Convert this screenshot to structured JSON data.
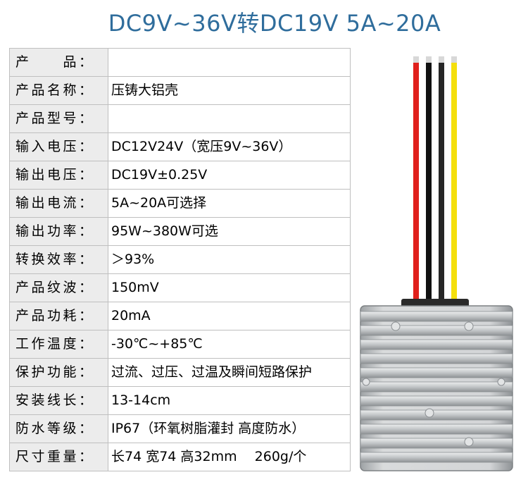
{
  "title": "DC9V~36V转DC19V  5A~20A",
  "specs": [
    {
      "label": "产　　品：",
      "value": ""
    },
    {
      "label": "产品名称：",
      "value": "压铸大铝壳"
    },
    {
      "label": "产品型号：",
      "value": ""
    },
    {
      "label": "输入电压：",
      "value": "DC12V24V（宽压9V~36V）"
    },
    {
      "label": "输出电压：",
      "value": "DC19V±0.25V"
    },
    {
      "label": "输出电流：",
      "value": "5A~20A可选择"
    },
    {
      "label": "输出功率：",
      "value": "95W~380W可选"
    },
    {
      "label": "转换效率：",
      "value": "＞93%"
    },
    {
      "label": "产品纹波：",
      "value": "150mV"
    },
    {
      "label": "产品功耗：",
      "value": "20mA"
    },
    {
      "label": "工作温度：",
      "value": "-30℃~+85℃"
    },
    {
      "label": "保护功能：",
      "value": "过流、过压、过温及瞬间短路保护"
    },
    {
      "label": "安装线长：",
      "value": "13-14cm"
    },
    {
      "label": "防水等级：",
      "value": "IP67（环氧树脂灌封 高度防水）"
    },
    {
      "label": "尺寸重量：",
      "value": "长74 宽74 高32mm　 260g/个"
    }
  ],
  "wire_colors": [
    "#e0201c",
    "#111111",
    "#262626",
    "#f4df0c"
  ],
  "casing_color": "#c9cbcd"
}
